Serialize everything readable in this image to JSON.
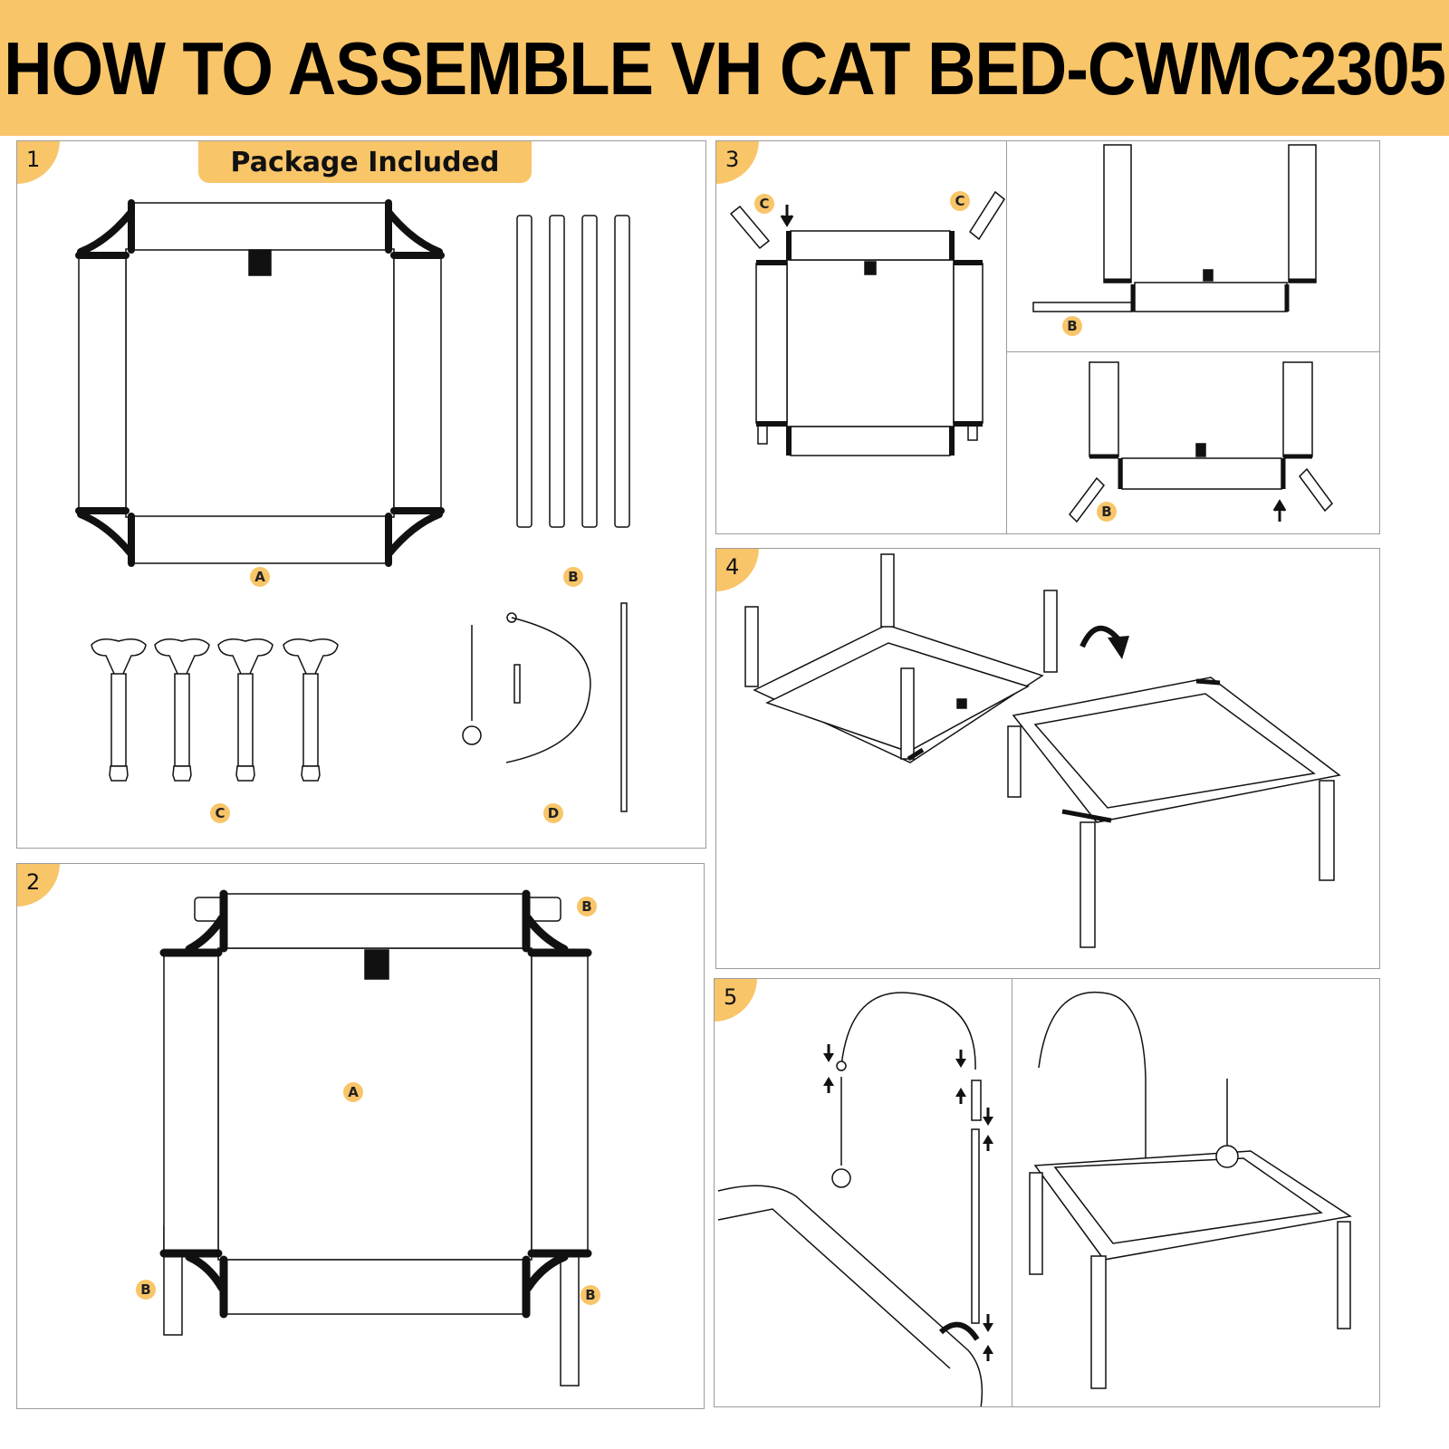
{
  "header": {
    "title": "HOW TO ASSEMBLE VH CAT BED-CWMC2305"
  },
  "steps": {
    "s1": {
      "number": "1",
      "subtitle": "Package Included",
      "labels": {
        "a": "A",
        "b": "B",
        "c": "C",
        "d": "D"
      }
    },
    "s2": {
      "number": "2",
      "labels": {
        "a": "A",
        "b": "B"
      }
    },
    "s3": {
      "number": "3",
      "labels": {
        "b": "B",
        "c": "C"
      }
    },
    "s4": {
      "number": "4"
    },
    "s5": {
      "number": "5"
    }
  },
  "colors": {
    "accent": "#f8c569",
    "line": "#111111",
    "border": "#9c9c9c"
  }
}
